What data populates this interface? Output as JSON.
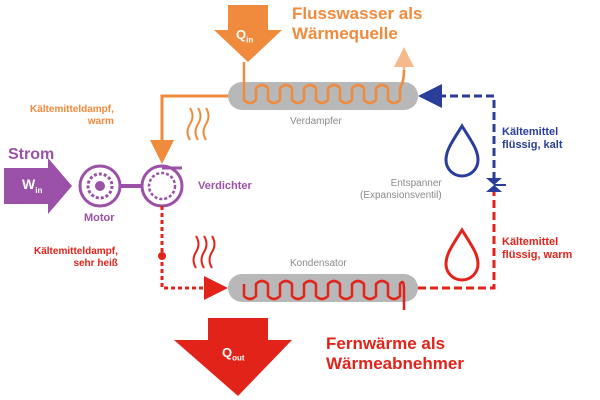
{
  "title": {
    "source_line1": "Flusswasser als",
    "source_line2": "Wärmequelle",
    "sink_line1": "Fernwärme als",
    "sink_line2": "Wärmeabnehmer"
  },
  "inputs": {
    "q_in_main": "Q",
    "q_in_sub": "in",
    "q_out_main": "Q",
    "q_out_sub": "out",
    "w_in_main": "W",
    "w_in_sub": "in",
    "strom": "Strom"
  },
  "components": {
    "verdampfer": "Verdampfer",
    "kondensator": "Kondensator",
    "verdichter": "Verdichter",
    "motor": "Motor",
    "entspanner_line1": "Entspanner",
    "entspanner_line2": "(Expansionsventil)"
  },
  "states": {
    "dampf_warm_line1": "Kältemitteldampf,",
    "dampf_warm_line2": "warm",
    "dampf_heiss_line1": "Kältemitteldampf,",
    "dampf_heiss_line2": "sehr heiß",
    "fluessig_kalt_line1": "Kältemittel",
    "fluessig_kalt_line2": "flüssig, kalt",
    "fluessig_warm_line1": "Kältemittel",
    "fluessig_warm_line2": "flüssig, warm"
  },
  "colors": {
    "orange": "#f08a3c",
    "red": "#e2231a",
    "blue": "#2b3d9a",
    "purple": "#9b51a8",
    "grey": "#b8b8b8"
  },
  "icons": [
    "arrow-down-icon",
    "heat-wave-icon",
    "droplet-icon",
    "motor-icon",
    "compressor-icon",
    "valve-icon",
    "heat-exchanger-coil-icon"
  ]
}
